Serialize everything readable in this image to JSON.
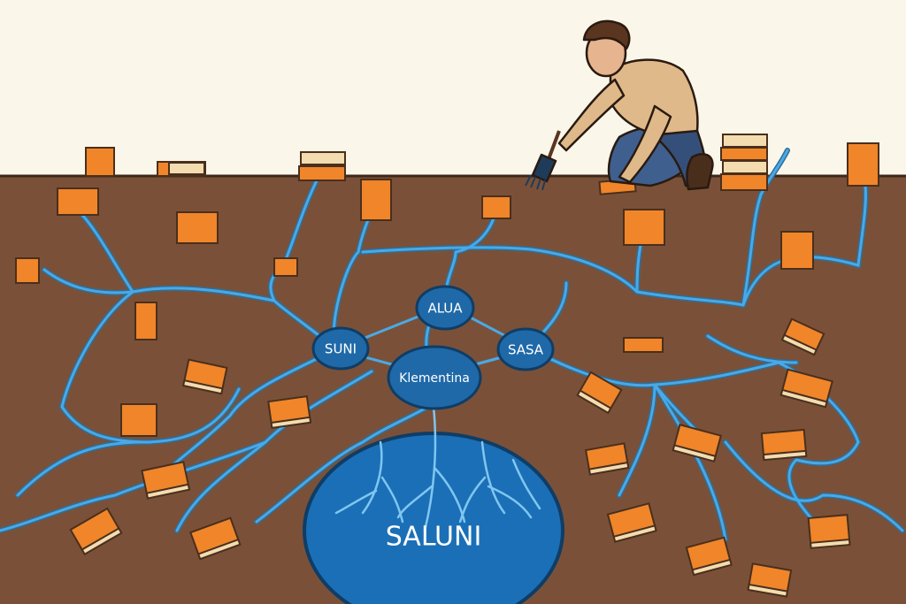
{
  "colors": {
    "sky": "#fbf6ea",
    "soil": "#7a5138",
    "root_channel": "#4aa9e6",
    "node_fill": "#1f69a8",
    "pool_fill": "#1b6fb6",
    "box": "#f0852a"
  },
  "nodes": {
    "alua": "ALUA",
    "suni": "SUNI",
    "sasa": "SASA",
    "klementina": "Klementina"
  },
  "pool": {
    "label": "SALUNI"
  },
  "figure": {
    "icon": "kneeling-person-with-brush-icon"
  }
}
